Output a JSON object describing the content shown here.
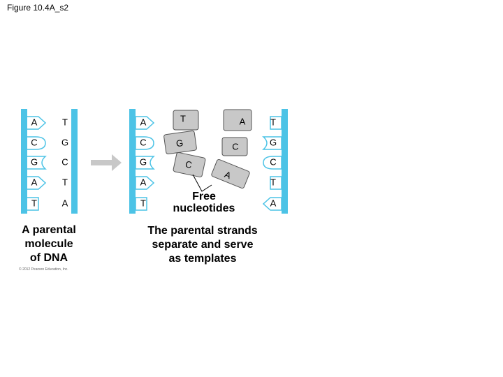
{
  "figure_title": "Figure 10.4A_s2",
  "captions": {
    "parental": "A parental\nmolecule\nof DNA",
    "templates": "The parental strands\nseparate and serve\nas templates",
    "free": "Free\nnucleotides"
  },
  "copyright": "© 2012 Pearson Education, Inc.",
  "parental_pairs": [
    {
      "left": "A",
      "right": "T"
    },
    {
      "left": "C",
      "right": "G"
    },
    {
      "left": "G",
      "right": "C"
    },
    {
      "left": "A",
      "right": "T"
    },
    {
      "left": "T",
      "right": "A"
    }
  ],
  "left_template_bases": [
    "A",
    "C",
    "G",
    "A",
    "T"
  ],
  "right_template_bases": [
    "T",
    "G",
    "C",
    "T",
    "A"
  ],
  "free_nucleotides": [
    "T",
    "A",
    "G",
    "C",
    "C",
    "A"
  ],
  "colors": {
    "strand": "#4cc3e6",
    "nucleotide": "#c8c8c8",
    "nucleotide_stroke": "#555555",
    "arrow": "#c8c8c8"
  }
}
